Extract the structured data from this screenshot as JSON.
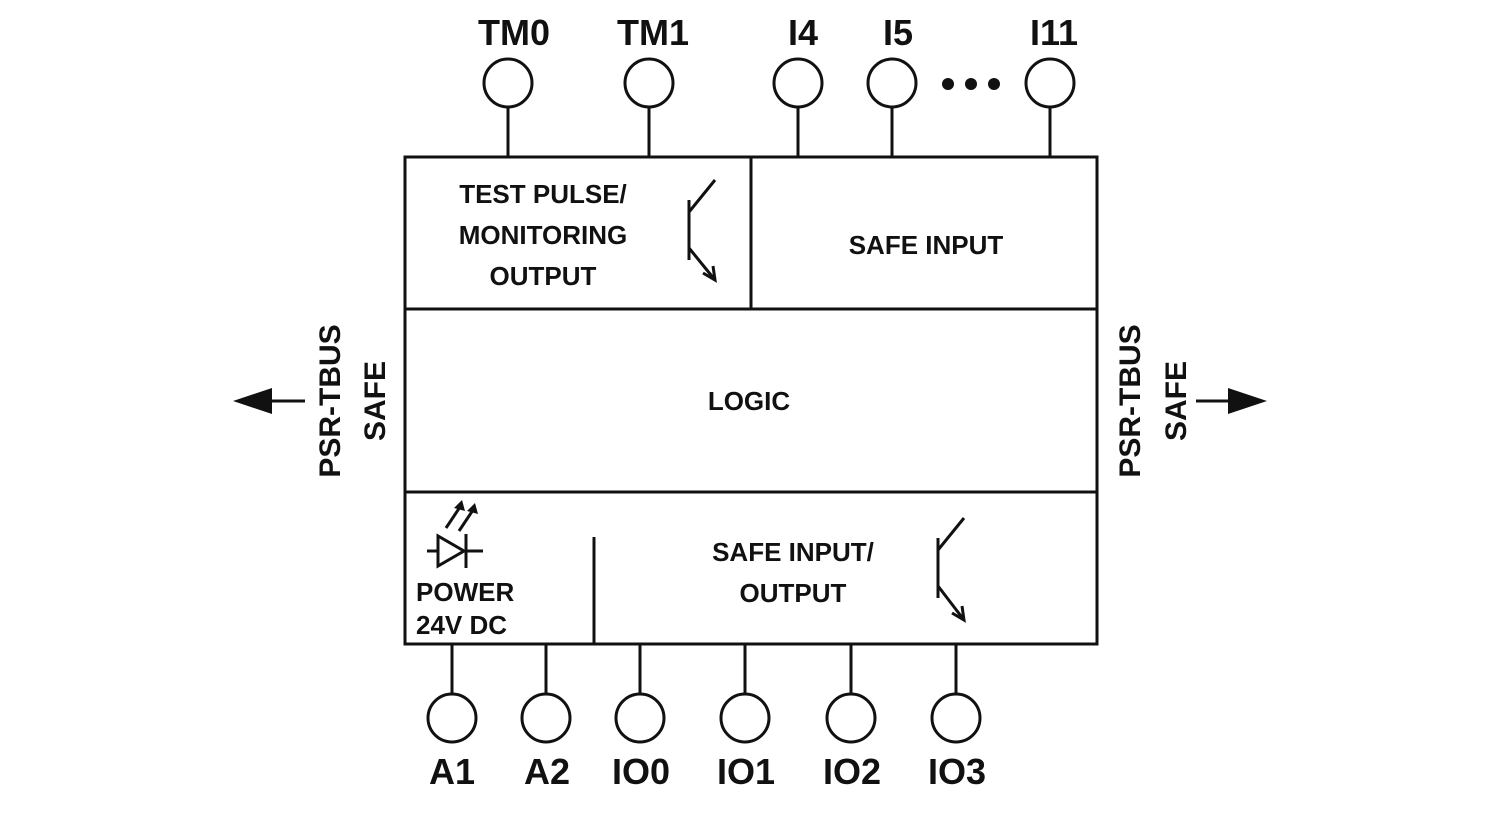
{
  "top_terminals": [
    "TM0",
    "TM1",
    "I4",
    "I5",
    "I11"
  ],
  "ellipsis": "•••",
  "bottom_terminals": [
    "A1",
    "A2",
    "IO0",
    "IO1",
    "IO2",
    "IO3"
  ],
  "blocks": {
    "test_pulse": [
      "TEST PULSE/",
      "MONITORING",
      "OUTPUT"
    ],
    "safe_input": "SAFE INPUT",
    "logic": "LOGIC",
    "power": [
      "POWER",
      "24V DC"
    ],
    "safe_io": [
      "SAFE INPUT/",
      "OUTPUT"
    ]
  },
  "bus_left": [
    "PSR-TBUS",
    "SAFE"
  ],
  "bus_right": [
    "PSR-TBUS",
    "SAFE"
  ]
}
